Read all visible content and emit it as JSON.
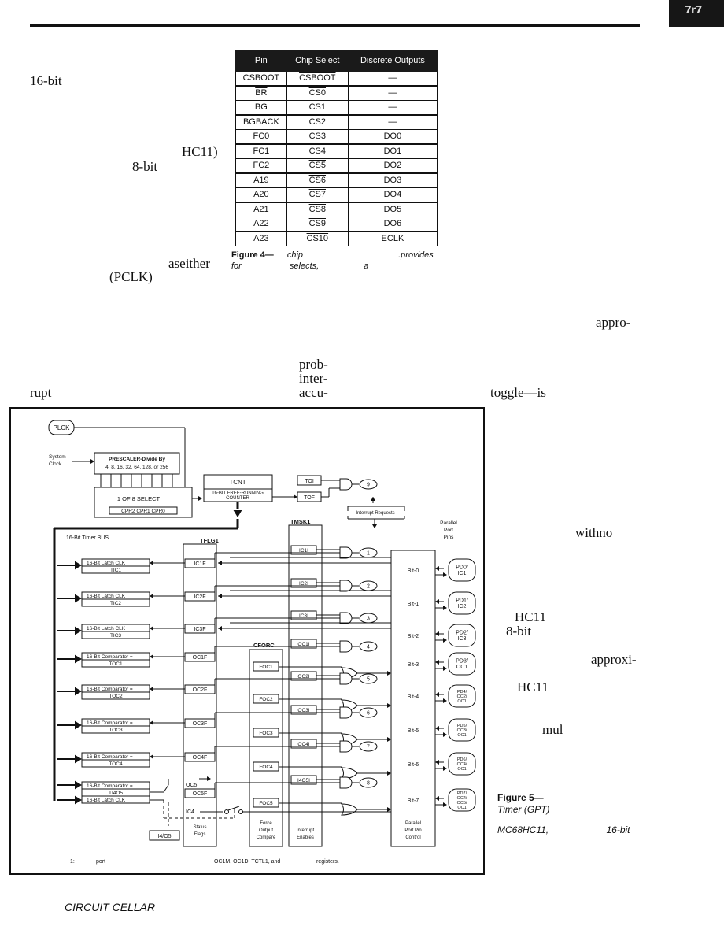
{
  "header": {
    "corner_mark": "7r7"
  },
  "text_fragments": {
    "sixteen_bit": "16-bit",
    "hc11_paren": "HC11)",
    "eight_bit": "8-bit",
    "aseither": "aseither",
    "pclk": "(PCLK)",
    "appro": "appro-",
    "prob": "prob-",
    "inter": "inter-",
    "rupt": "rupt",
    "accu": "accu-",
    "toggle": "toggle—is",
    "withno": "withno",
    "hc11_a": "HC11",
    "eight_bit_b": "8-bit",
    "approxi": "approxi-",
    "hc11_b": "HC11",
    "mul": "mul"
  },
  "pin_table": {
    "headers": [
      "Pin",
      "Chip Select",
      "Discrete Outputs"
    ],
    "rows": [
      {
        "pin": "CSBOOT",
        "pin_bar": false,
        "cs": "CSBOOT",
        "cs_bar": true,
        "out": "—"
      },
      {
        "pin": "BR",
        "pin_bar": true,
        "cs": "CS0",
        "cs_bar": true,
        "out": "—"
      },
      {
        "pin": "BG",
        "pin_bar": true,
        "cs": "CS1",
        "cs_bar": true,
        "out": "—"
      },
      {
        "pin": "BGBACK",
        "pin_bar": true,
        "cs": "CS2",
        "cs_bar": true,
        "out": "—"
      },
      {
        "pin": "FC0",
        "pin_bar": false,
        "cs": "CS3",
        "cs_bar": true,
        "out": "DO0"
      },
      {
        "pin": "FC1",
        "pin_bar": false,
        "cs": "CS4",
        "cs_bar": true,
        "out": "DO1"
      },
      {
        "pin": "FC2",
        "pin_bar": false,
        "cs": "CS5",
        "cs_bar": true,
        "out": "DO2"
      },
      {
        "pin": "A19",
        "pin_bar": false,
        "cs": "CS6",
        "cs_bar": true,
        "out": "DO3"
      },
      {
        "pin": "A20",
        "pin_bar": false,
        "cs": "CS7",
        "cs_bar": true,
        "out": "DO4"
      },
      {
        "pin": "A21",
        "pin_bar": false,
        "cs": "CS8",
        "cs_bar": true,
        "out": "DO5"
      },
      {
        "pin": "A22",
        "pin_bar": false,
        "cs": "CS9",
        "cs_bar": true,
        "out": "DO6"
      },
      {
        "pin": "A23",
        "pin_bar": false,
        "cs": "CS10",
        "cs_bar": true,
        "out": "ECLK"
      }
    ]
  },
  "figure4_caption": {
    "label": "Figure 4—",
    "line1": [
      "chip",
      ".provides"
    ],
    "line2": [
      "for",
      "selects,",
      "a"
    ]
  },
  "diagram": {
    "plck": "PLCK",
    "system_clock": [
      "System",
      "Clock"
    ],
    "prescaler": [
      "PRESCALER-Divide By",
      "4, 8, 16, 32, 64, 128, or 256"
    ],
    "select": "1 OF 8 SELECT",
    "cpr": "CPR2 CPR1 CPR0",
    "tcnt": "TCNT",
    "counter": [
      "16-BIT FREE-RUNNING",
      "COUNTER"
    ],
    "toi": "TOI",
    "tof": "TOF",
    "interrupt_requests": "Interrupt Requests",
    "tmsk1": "TMSK1",
    "tflg1": "TFLG1",
    "cforc": "CFORC",
    "timer_bus": "16-Bit Timer BUS",
    "parallel_port_pins": [
      "Parallel",
      "Port",
      "Pins"
    ],
    "blocks": [
      {
        "top": "16-Bit Latch  CLK",
        "bottom": "TIC1"
      },
      {
        "top": "16-Bit Latch  CLK",
        "bottom": "TIC2"
      },
      {
        "top": "16-Bit Latch  CLK",
        "bottom": "TIC3"
      },
      {
        "top": "16-Bit Comparator =",
        "bottom": "TOC1"
      },
      {
        "top": "16-Bit Comparator =",
        "bottom": "TOC2"
      },
      {
        "top": "16-Bit Comparator =",
        "bottom": "TOC3"
      },
      {
        "top": "16-Bit Comparator =",
        "bottom": "TOC4"
      }
    ],
    "last_block": [
      "16-Bit Comparator =",
      "TI4O5",
      "16-Bit Latch  CLK"
    ],
    "flags": [
      "IC1F",
      "IC2F",
      "IC3F",
      "OC1F",
      "OC2F",
      "OC3F",
      "OC4F",
      "OC5F"
    ],
    "oc5": "OC5",
    "ic4": "IC4",
    "i4o5_reg": "I4/O5",
    "masks": [
      "IC1I",
      "IC2I",
      "IC3I",
      "OC1I",
      "OC2I",
      "OC3I",
      "OC4I",
      "I4O5I"
    ],
    "force": [
      "FOC1",
      "FOC2",
      "FOC3",
      "FOC4",
      "FOC5"
    ],
    "gate_numbers": [
      "1",
      "2",
      "3",
      "4",
      "5",
      "6",
      "7",
      "8"
    ],
    "toi_gate_number": "9",
    "bits": [
      "Bit-0",
      "Bit-1",
      "Bit-2",
      "Bit-3",
      "Bit-4",
      "Bit-5",
      "Bit-6",
      "Bit-7"
    ],
    "pins": [
      [
        "PD0/",
        "IC1"
      ],
      [
        "PD1/",
        "IC2"
      ],
      [
        "PD2/",
        "IC3"
      ],
      [
        "PD3/",
        "OC1"
      ],
      [
        "PD4/",
        "OC2/",
        "OC1"
      ],
      [
        "PD5/",
        "OC3/",
        "OC1"
      ],
      [
        "PD6/",
        "OC4/",
        "OC1"
      ],
      [
        "PD7/",
        "OC4/",
        "OC5/",
        "OC1"
      ]
    ],
    "column_labels": {
      "status": [
        "Status",
        "Flags"
      ],
      "force": [
        "Force",
        "Output",
        "Compare"
      ],
      "interrupt": [
        "Interrupt",
        "Enables"
      ],
      "parallel": [
        "Parallel",
        "Port Pin",
        "Control"
      ]
    },
    "footnote_num": "1:",
    "footnote_port": "port",
    "footnote_regs": "OC1M, OC1D, TCTL1, and",
    "footnote_registers": "registers."
  },
  "figure5_caption": {
    "label": "Figure 5—",
    "line1": "Timer (GPT)",
    "line2a": "MC68HC11,",
    "line2b": "16-bit"
  },
  "footer": {
    "magazine": "CIRCUIT CELLAR"
  }
}
